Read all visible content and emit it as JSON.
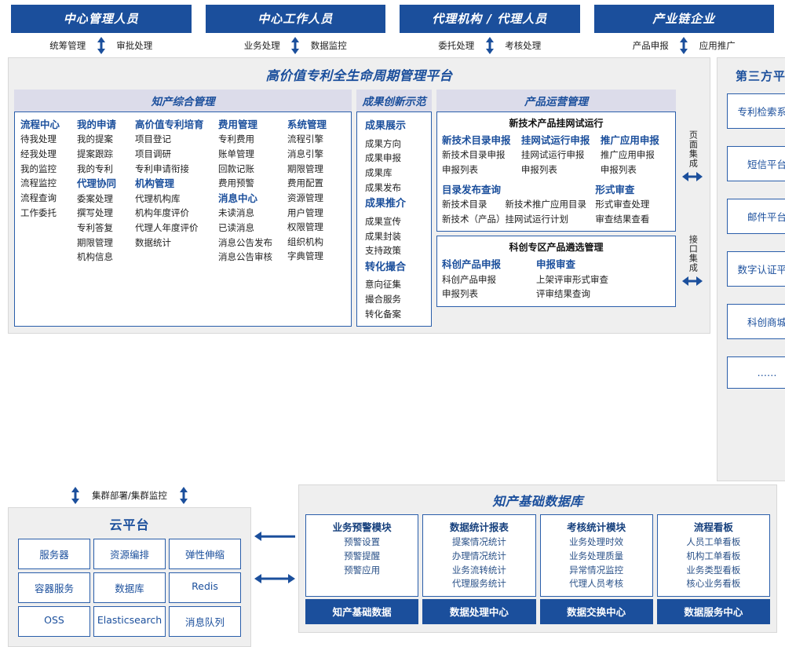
{
  "roles": [
    {
      "title": "中心管理人员",
      "actions": [
        "统筹管理",
        "审批处理"
      ]
    },
    {
      "title": "中心工作人员",
      "actions": [
        "业务处理",
        "数据监控"
      ]
    },
    {
      "title": "代理机构 / 代理人员",
      "actions": [
        "委托处理",
        "考核处理"
      ]
    },
    {
      "title": "产业链企业",
      "actions": [
        "产品申报",
        "应用推广"
      ]
    }
  ],
  "platform": {
    "title": "高价值专利全生命周期管理平台",
    "sections": {
      "zcz": {
        "title": "知产综合管理",
        "columns": [
          {
            "groups": [
              {
                "head": "流程中心",
                "items": [
                  "待我处理",
                  "经我处理",
                  "我的监控",
                  "流程监控",
                  "流程查询",
                  "工作委托"
                ]
              }
            ]
          },
          {
            "groups": [
              {
                "head": "我的申请",
                "items": [
                  "我的提案",
                  "提案跟踪",
                  "我的专利"
                ]
              },
              {
                "head": "代理协同",
                "items": [
                  "委案处理",
                  "撰写处理",
                  "专利答复",
                  "期限管理",
                  "机构信息"
                ]
              }
            ]
          },
          {
            "groups": [
              {
                "head": "高价值专利培育",
                "items": [
                  "项目登记",
                  "项目调研",
                  "专利申请衔接"
                ]
              },
              {
                "head": "机构管理",
                "items": [
                  "代理机构库",
                  "机构年度评价",
                  "代理人年度评价",
                  "数据统计"
                ]
              }
            ]
          },
          {
            "groups": [
              {
                "head": "费用管理",
                "items": [
                  "专利费用",
                  "账单管理",
                  "回款记账",
                  "费用预警"
                ]
              },
              {
                "head": "消息中心",
                "items": [
                  "未读消息",
                  "已读消息",
                  "消息公告发布",
                  "消息公告审核"
                ]
              }
            ]
          },
          {
            "groups": [
              {
                "head": "系统管理",
                "items": [
                  "流程引擎",
                  "消息引擎",
                  "期限管理",
                  "费用配置",
                  "资源管理",
                  "用户管理",
                  "权限管理",
                  "组织机构",
                  "字典管理"
                ]
              }
            ]
          }
        ]
      },
      "cgcx": {
        "title": "成果创新示范",
        "groups": [
          {
            "head": "成果展示",
            "items": [
              "成果方向",
              "成果申报",
              "成果库",
              "成果发布"
            ]
          },
          {
            "head": "成果推介",
            "items": [
              "成果宣传",
              "成果封装",
              "支持政策"
            ]
          },
          {
            "head": "转化撮合",
            "items": [
              "意向征集",
              "撮合服务",
              "转化备案"
            ]
          }
        ]
      },
      "cpyy": {
        "title": "产品运营管理",
        "subboxes": [
          {
            "title": "新技术产品挂网试运行",
            "rows": [
              {
                "layout": "tri",
                "cells": [
                  {
                    "head": "新技术目录申报",
                    "items": [
                      "新技术目录申报",
                      "申报列表"
                    ]
                  },
                  {
                    "head": "挂网试运行申报",
                    "items": [
                      "挂网试运行申报",
                      "申报列表"
                    ]
                  },
                  {
                    "head": "推广应用申报",
                    "items": [
                      "推广应用申报",
                      "申报列表"
                    ]
                  }
                ]
              },
              {
                "layout": "duo",
                "cells": [
                  {
                    "head": "目录发布查询",
                    "items": [
                      "新技术目录　　新技术推广应用目录",
                      "新技术（产品）挂网试运行计划"
                    ]
                  },
                  {
                    "head": "形式审查",
                    "items": [
                      "形式审查处理",
                      "审查结果查看"
                    ]
                  }
                ]
              }
            ]
          },
          {
            "title": "科创专区产品遴选管理",
            "rows": [
              {
                "layout": "kc",
                "cells": [
                  {
                    "head": "科创产品申报",
                    "items": [
                      "科创产品申报",
                      "申报列表"
                    ]
                  },
                  {
                    "head": "申报审查",
                    "items": [
                      "上架评审形式审查",
                      "评审结果查询"
                    ]
                  }
                ]
              }
            ]
          }
        ]
      }
    },
    "integration": [
      {
        "label": "页面集成"
      },
      {
        "label": "接口集成"
      }
    ]
  },
  "third_party": {
    "title": "第三方平台",
    "items": [
      "专利检索系统",
      "短信平台",
      "邮件平台",
      "数字认证平台",
      "科创商城",
      "……"
    ]
  },
  "cloud": {
    "cluster_label": "集群部署/集群监控",
    "title": "云平台",
    "cells": [
      "服务器",
      "资源编排",
      "弹性伸缩",
      "容器服务",
      "数据库",
      "Redis",
      "OSS",
      "Elasticsearch",
      "消息队列"
    ]
  },
  "database": {
    "title": "知产基础数据库",
    "columns": [
      {
        "title": "业务预警模块",
        "items": [
          "预警设置",
          "预警提醒",
          "预警应用"
        ],
        "foot": "知产基础数据"
      },
      {
        "title": "数据统计报表",
        "items": [
          "提案情况统计",
          "办理情况统计",
          "业务流转统计",
          "代理服务统计"
        ],
        "foot": "数据处理中心"
      },
      {
        "title": "考核统计模块",
        "items": [
          "业务处理时效",
          "业务处理质量",
          "异常情况监控",
          "代理人员考核"
        ],
        "foot": "数据交换中心"
      },
      {
        "title": "流程看板",
        "items": [
          "人员工单看板",
          "机构工单看板",
          "业务类型看板",
          "核心业务看板"
        ],
        "foot": "数据服务中心"
      }
    ]
  },
  "colors": {
    "brand_blue": "#1b4f9c",
    "border_blue": "#2a5eaa",
    "panel_gray": "#efefef",
    "section_head": "#dcdcea"
  }
}
